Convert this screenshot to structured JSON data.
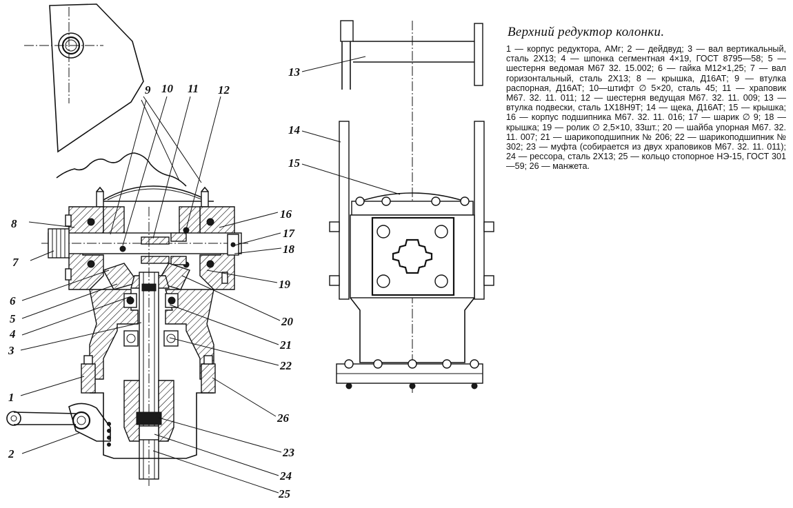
{
  "caption": {
    "title": "Верхний редуктор колонки.",
    "body": "1 — корпус редуктора, АМг; 2 — дейдвуд; 3 — вал вертикальный, сталь 2Х13; 4 — шпонка сегментная 4×19, ГОСТ 8795—58; 5 — шестерня ведомая М67 32. 15.002; 6 — гайка М12×1,25; 7 — вал горизонтальный, сталь 2Х13; 8 — крышка, Д16АТ; 9 — втулка распорная, Д16АТ; 10—штифт ∅ 5×20, сталь 45; 11 — храповик М67. 32. 11. 011; 12 — шестерня ведущая М67. 32. 11. 009; 13 — втулка подвески, сталь 1Х18Н9Т; 14 — щека, Д16АТ; 15 — крышка; 16 — корпус подшипника М67. 32. 11. 016; 17 — шарик ∅ 9; 18 — крышка; 19 — ролик ∅ 2,5×10, 33шт.; 20 — шайба упорная М67. 32. 11. 007; 21 — шарикоподшипник № 206; 22 — шарикоподшипник № 302; 23 — муфта (собирается из двух храповиков М67. 32. 11. 011); 24 — рессора, сталь 2Х13; 25 — кольцо стопорное НЭ-15, ГОСТ 301—59; 26 — манжета."
  },
  "callouts": {
    "n1": "1",
    "n2": "2",
    "n3": "3",
    "n4": "4",
    "n5": "5",
    "n6": "6",
    "n7": "7",
    "n8": "8",
    "n9": "9",
    "n10": "10",
    "n11": "11",
    "n12": "12",
    "n13": "13",
    "n14": "14",
    "n15": "15",
    "n16": "16",
    "n17": "17",
    "n18": "18",
    "n19": "19",
    "n20": "20",
    "n21": "21",
    "n22": "22",
    "n23": "23",
    "n24": "24",
    "n25": "25",
    "n26": "26"
  }
}
